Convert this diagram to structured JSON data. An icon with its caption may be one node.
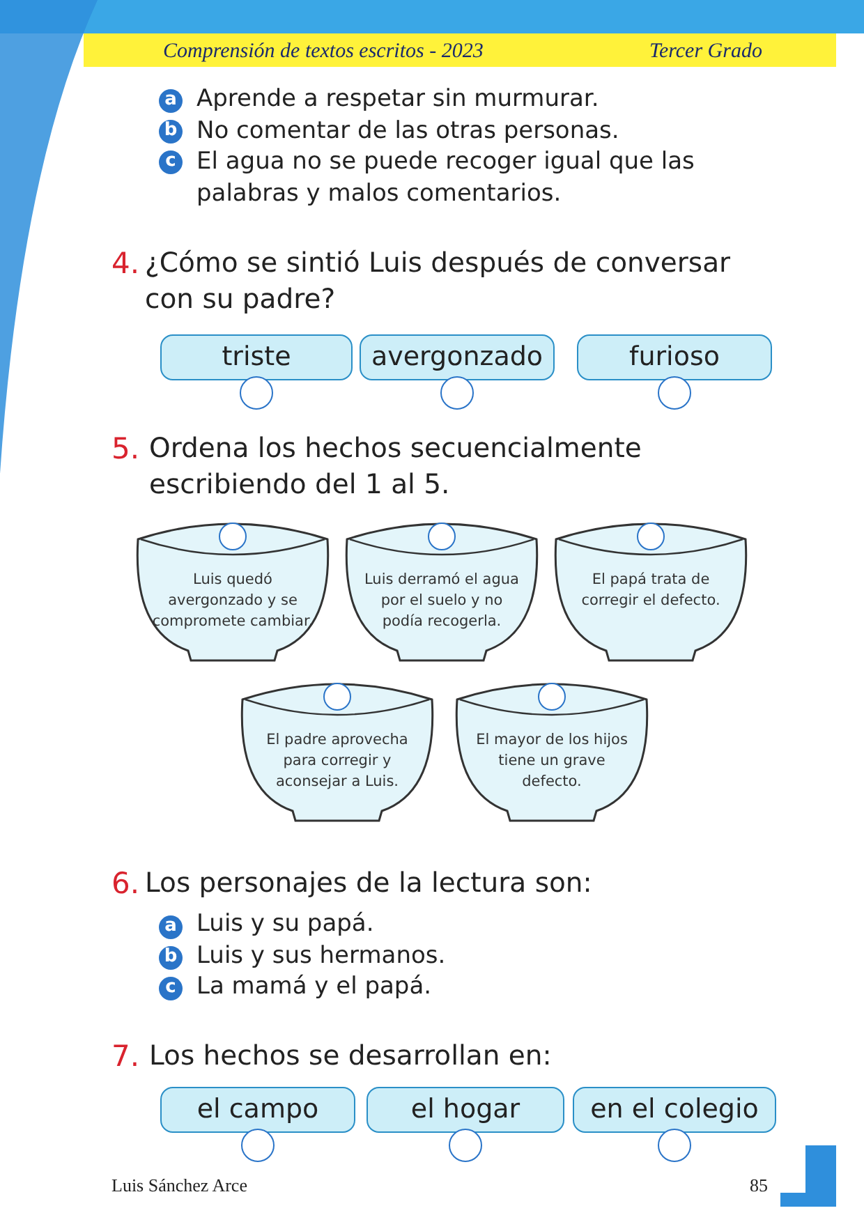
{
  "diagram": {
    "title": "Comprensión de textos escritos - 2023",
    "nodes": [
      {
        "text": [
          "triste"
        ]
      },
      {
        "text": [
          "avergonzado"
        ]
      },
      {
        "text": [
          "furioso"
        ]
      },
      {
        "text": [
          "Luis quedó avergonzado y se compromete cambiar."
        ]
      },
      {
        "text": [
          "Luis derramó el agua por el suelo y no podía recogerla."
        ]
      },
      {
        "text": [
          "El papá trata de corregir el defecto."
        ]
      },
      {
        "text": [
          "El padre aprovecha para corregir y aconsejar a Luis."
        ]
      },
      {
        "text": [
          "El mayor de los hijos tiene un grave defecto."
        ]
      },
      {
        "text": [
          "el campo"
        ]
      },
      {
        "text": [
          "el hogar"
        ]
      },
      {
        "text": [
          "en el colegio"
        ]
      }
    ],
    "labels": [
      "Tercer Grado",
      "a",
      "Aprende a respetar sin murmurar.",
      "b",
      "No comentar de las otras personas.",
      "c",
      "El agua no se puede recoger igual que las palabras y malos comentarios.",
      "4.",
      "¿Cómo se sintió Luis después de conversar con su padre?",
      "5.",
      "Ordena los hechos secuencialmente escribiendo del 1 al 5.",
      "6.",
      "Los personajes de la lectura son:",
      "a",
      "Luis y su papá.",
      "b",
      "Luis y sus hermanos.",
      "c",
      "La mamá y el papá.",
      "7.",
      "Los hechos se desarrollan en:",
      "Luis Sánchez Arce",
      "85"
    ]
  }
}
